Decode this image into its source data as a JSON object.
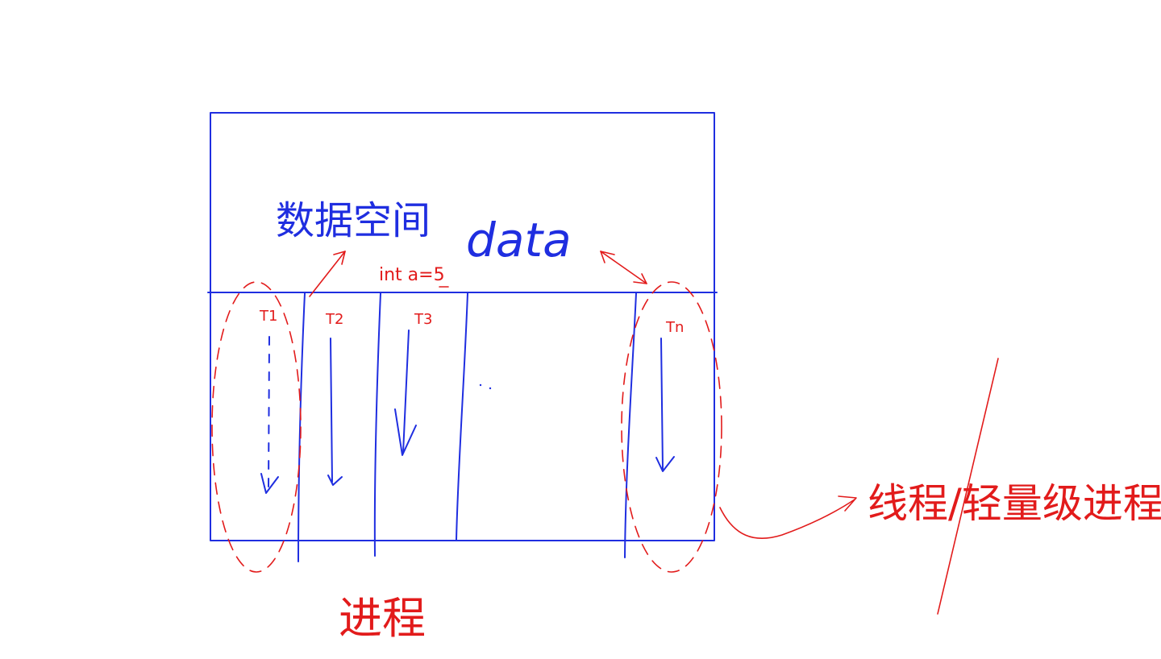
{
  "labels": {
    "data_space": "数据空间",
    "data": "data",
    "int_a": "int a=5",
    "t1": "T1",
    "t2": "T2",
    "t3": "T3",
    "tn": "Tn",
    "process": "进程",
    "thread": "线程/轻量级进程"
  },
  "colors": {
    "ink_blue": "#1f2ee0",
    "ink_red": "#e21b1b",
    "background": "#ffffff"
  }
}
